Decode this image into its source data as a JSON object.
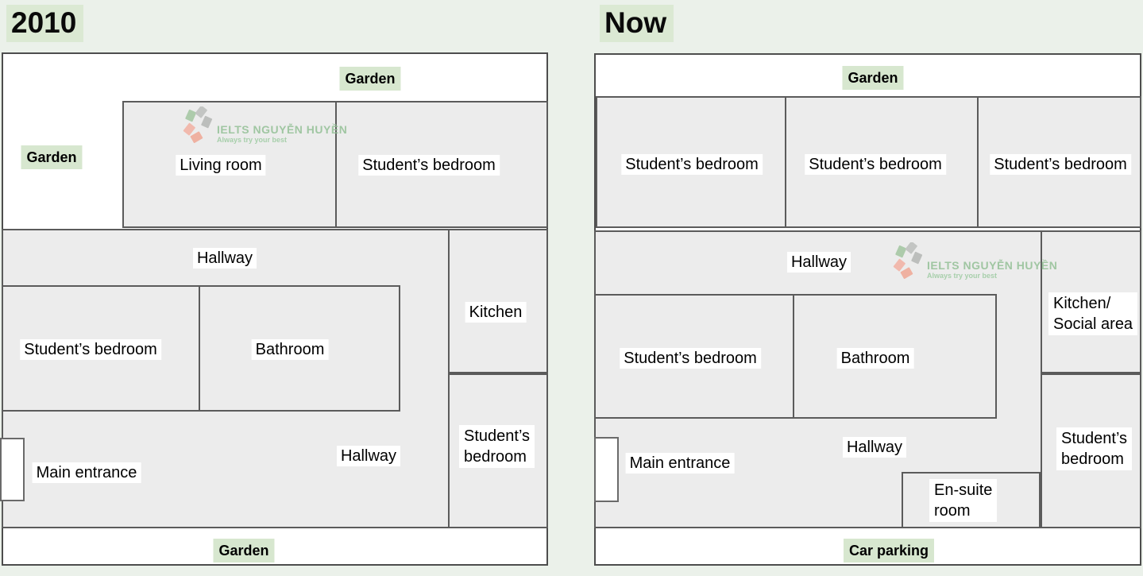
{
  "colors": {
    "page_background": "#ebf1ea",
    "room_fill": "#ececec",
    "wall_border": "#5b5b5b",
    "highlight_green": "#d7e7cf",
    "label_background": "#ffffff",
    "watermark_green": "#93c096",
    "watermark_gray": "#bcbfbc",
    "watermark_salmon": "#f2b1a3"
  },
  "watermark": {
    "brand": "IELTS NGUYỄN HUYỀN",
    "tagline": "Always try your best"
  },
  "plan_2010": {
    "title": "2010",
    "garden_top": "Garden",
    "garden_left": "Garden",
    "garden_bottom": "Garden",
    "living_room": "Living room",
    "bedroom_top_right": "Student’s bedroom",
    "hallway_upper": "Hallway",
    "kitchen": "Kitchen",
    "bedroom_middle_left": "Student’s bedroom",
    "bathroom": "Bathroom",
    "hallway_lower": "Hallway",
    "main_entrance": "Main entrance",
    "bedroom_bottom_right_line1": "Student’s",
    "bedroom_bottom_right_line2": "bedroom"
  },
  "plan_now": {
    "title": "Now",
    "garden_top": "Garden",
    "car_parking": "Car parking",
    "bedroom_top_1": "Student’s bedroom",
    "bedroom_top_2": "Student’s bedroom",
    "bedroom_top_3": "Student’s bedroom",
    "hallway_upper": "Hallway",
    "kitchen_social_line1": "Kitchen/",
    "kitchen_social_line2": "Social area",
    "bedroom_middle_left": "Student’s bedroom",
    "bathroom": "Bathroom",
    "hallway_lower": "Hallway",
    "main_entrance": "Main entrance",
    "ensuite_line1": "En-suite",
    "ensuite_line2": "room",
    "bedroom_bottom_right_line1": "Student’s",
    "bedroom_bottom_right_line2": "bedroom"
  }
}
